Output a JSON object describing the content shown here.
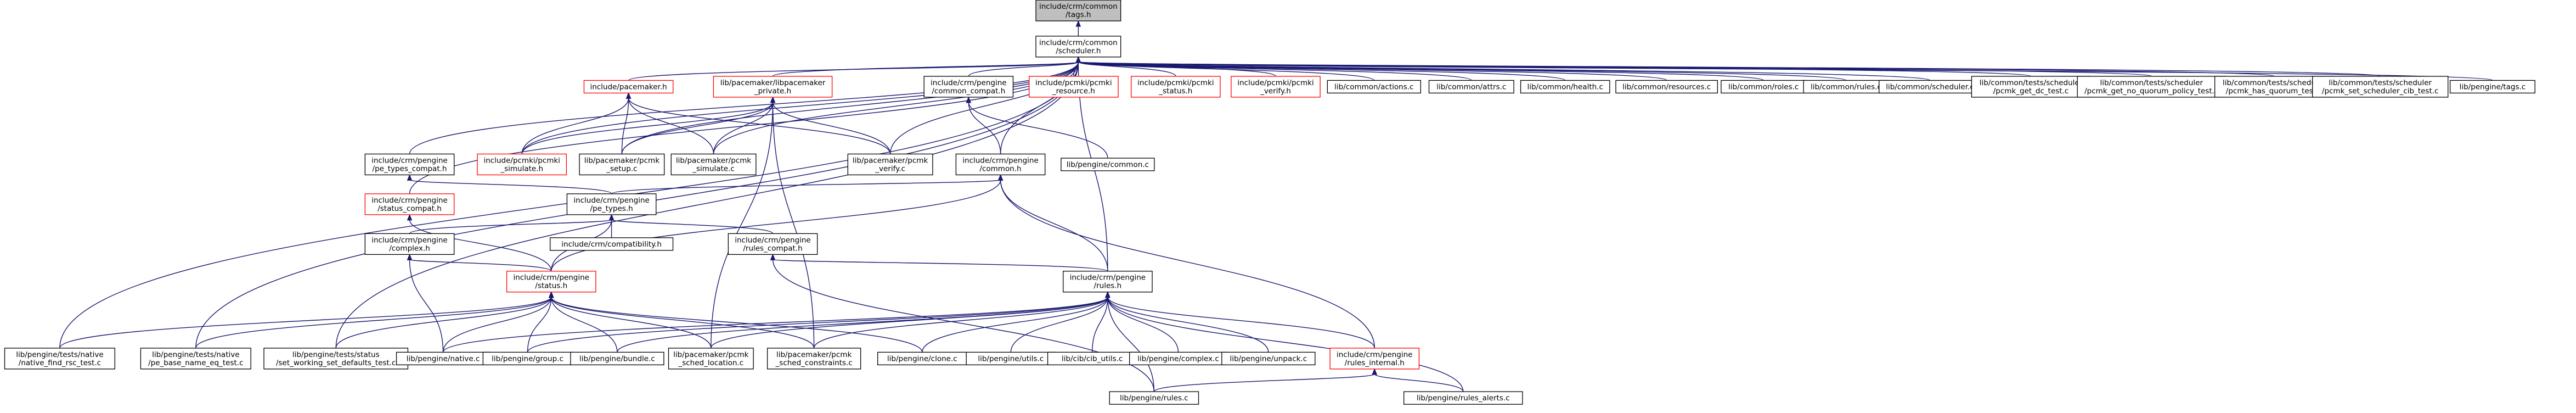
{
  "colors": {
    "edge": "#191970",
    "box_default": "#000000",
    "box_incomplete": "#ff0000",
    "fill_root": "#bfbfbf",
    "fill_default": "#ffffff",
    "text": "#000000"
  },
  "nodes": [
    {
      "id": "tags_h",
      "lines": [
        "include/crm/common",
        "/tags.h"
      ],
      "style": "root"
    },
    {
      "id": "scheduler_h",
      "lines": [
        "include/crm/common",
        "/scheduler.h"
      ],
      "style": "default"
    },
    {
      "id": "pacemaker_h",
      "lines": [
        "include/pacemaker.h"
      ],
      "style": "incomplete"
    },
    {
      "id": "libpm_private_h",
      "lines": [
        "lib/pacemaker/libpacemaker",
        "_private.h"
      ],
      "style": "incomplete"
    },
    {
      "id": "common_compat_h",
      "lines": [
        "include/crm/pengine",
        "/common_compat.h"
      ],
      "style": "default"
    },
    {
      "id": "pcmki_resource_h",
      "lines": [
        "include/pcmki/pcmki",
        "_resource.h"
      ],
      "style": "incomplete"
    },
    {
      "id": "pcmki_status_h",
      "lines": [
        "include/pcmki/pcmki",
        "_status.h"
      ],
      "style": "incomplete"
    },
    {
      "id": "pcmki_verify_h",
      "lines": [
        "include/pcmki/pcmki",
        "_verify.h"
      ],
      "style": "incomplete"
    },
    {
      "id": "actions_c",
      "lines": [
        "lib/common/actions.c"
      ],
      "style": "default"
    },
    {
      "id": "attrs_c",
      "lines": [
        "lib/common/attrs.c"
      ],
      "style": "default"
    },
    {
      "id": "health_c",
      "lines": [
        "lib/common/health.c"
      ],
      "style": "default"
    },
    {
      "id": "resources_c",
      "lines": [
        "lib/common/resources.c"
      ],
      "style": "default"
    },
    {
      "id": "roles_c",
      "lines": [
        "lib/common/roles.c"
      ],
      "style": "default"
    },
    {
      "id": "rules_c_common",
      "lines": [
        "lib/common/rules.c"
      ],
      "style": "default"
    },
    {
      "id": "scheduler_c",
      "lines": [
        "lib/common/scheduler.c"
      ],
      "style": "default"
    },
    {
      "id": "get_dc_test",
      "lines": [
        "lib/common/tests/scheduler",
        "/pcmk_get_dc_test.c"
      ],
      "style": "default"
    },
    {
      "id": "no_quorum_test",
      "lines": [
        "lib/common/tests/scheduler",
        "/pcmk_get_no_quorum_policy_test.c"
      ],
      "style": "default"
    },
    {
      "id": "has_quorum_test",
      "lines": [
        "lib/common/tests/scheduler",
        "/pcmk_has_quorum_test.c"
      ],
      "style": "default"
    },
    {
      "id": "set_cib_test",
      "lines": [
        "lib/common/tests/scheduler",
        "/pcmk_set_scheduler_cib_test.c"
      ],
      "style": "default"
    },
    {
      "id": "tags_c",
      "lines": [
        "lib/pengine/tags.c"
      ],
      "style": "default"
    },
    {
      "id": "pe_types_compat_h",
      "lines": [
        "include/crm/pengine",
        "/pe_types_compat.h"
      ],
      "style": "default"
    },
    {
      "id": "pcmki_simulate_h",
      "lines": [
        "include/pcmki/pcmki",
        "_simulate.h"
      ],
      "style": "incomplete"
    },
    {
      "id": "pcmk_setup_c",
      "lines": [
        "lib/pacemaker/pcmk",
        "_setup.c"
      ],
      "style": "default"
    },
    {
      "id": "pcmk_simulate_c",
      "lines": [
        "lib/pacemaker/pcmk",
        "_simulate.c"
      ],
      "style": "default"
    },
    {
      "id": "pcmk_verify_c",
      "lines": [
        "lib/pacemaker/pcmk",
        "_verify.c"
      ],
      "style": "default"
    },
    {
      "id": "common_h",
      "lines": [
        "include/crm/pengine",
        "/common.h"
      ],
      "style": "default"
    },
    {
      "id": "pengine_common_c",
      "lines": [
        "lib/pengine/common.c"
      ],
      "style": "default"
    },
    {
      "id": "status_compat_h",
      "lines": [
        "include/crm/pengine",
        "/status_compat.h"
      ],
      "style": "incomplete"
    },
    {
      "id": "pe_types_h",
      "lines": [
        "include/crm/pengine",
        "/pe_types.h"
      ],
      "style": "default"
    },
    {
      "id": "complex_h",
      "lines": [
        "include/crm/pengine",
        "/complex.h"
      ],
      "style": "default"
    },
    {
      "id": "compatibility_h",
      "lines": [
        "include/crm/compatibility.h"
      ],
      "style": "default"
    },
    {
      "id": "rules_compat_h",
      "lines": [
        "include/crm/pengine",
        "/rules_compat.h"
      ],
      "style": "default"
    },
    {
      "id": "status_h",
      "lines": [
        "include/crm/pengine",
        "/status.h"
      ],
      "style": "incomplete"
    },
    {
      "id": "rules_h",
      "lines": [
        "include/crm/pengine",
        "/rules.h"
      ],
      "style": "default"
    },
    {
      "id": "native_find_rsc_test",
      "lines": [
        "lib/pengine/tests/native",
        "/native_find_rsc_test.c"
      ],
      "style": "default"
    },
    {
      "id": "pe_base_name_eq_test",
      "lines": [
        "lib/pengine/tests/native",
        "/pe_base_name_eq_test.c"
      ],
      "style": "default"
    },
    {
      "id": "set_working_set_test",
      "lines": [
        "lib/pengine/tests/status",
        "/set_working_set_defaults_test.c"
      ],
      "style": "default"
    },
    {
      "id": "native_c",
      "lines": [
        "lib/pengine/native.c"
      ],
      "style": "default"
    },
    {
      "id": "group_c",
      "lines": [
        "lib/pengine/group.c"
      ],
      "style": "default"
    },
    {
      "id": "bundle_c",
      "lines": [
        "lib/pengine/bundle.c"
      ],
      "style": "default"
    },
    {
      "id": "sched_location_c",
      "lines": [
        "lib/pacemaker/pcmk",
        "_sched_location.c"
      ],
      "style": "default"
    },
    {
      "id": "sched_constraints_c",
      "lines": [
        "lib/pacemaker/pcmk",
        "_sched_constraints.c"
      ],
      "style": "default"
    },
    {
      "id": "clone_c",
      "lines": [
        "lib/pengine/clone.c"
      ],
      "style": "default"
    },
    {
      "id": "pengine_utils_c",
      "lines": [
        "lib/pengine/utils.c"
      ],
      "style": "default"
    },
    {
      "id": "cib_utils_c",
      "lines": [
        "lib/cib/cib_utils.c"
      ],
      "style": "default"
    },
    {
      "id": "complex_c",
      "lines": [
        "lib/pengine/complex.c"
      ],
      "style": "default"
    },
    {
      "id": "unpack_c",
      "lines": [
        "lib/pengine/unpack.c"
      ],
      "style": "default"
    },
    {
      "id": "rules_internal_h",
      "lines": [
        "include/crm/pengine",
        "/rules_internal.h"
      ],
      "style": "incomplete"
    },
    {
      "id": "pengine_rules_c",
      "lines": [
        "lib/pengine/rules.c"
      ],
      "style": "default"
    },
    {
      "id": "rules_alerts_c",
      "lines": [
        "lib/pengine/rules_alerts.c"
      ],
      "style": "default"
    }
  ],
  "edges": [
    [
      "tags_h",
      "scheduler_h"
    ],
    [
      "scheduler_h",
      "pacemaker_h"
    ],
    [
      "scheduler_h",
      "libpm_private_h"
    ],
    [
      "scheduler_h",
      "common_compat_h"
    ],
    [
      "scheduler_h",
      "pcmki_resource_h"
    ],
    [
      "scheduler_h",
      "pcmki_status_h"
    ],
    [
      "scheduler_h",
      "pcmki_verify_h"
    ],
    [
      "scheduler_h",
      "actions_c"
    ],
    [
      "scheduler_h",
      "attrs_c"
    ],
    [
      "scheduler_h",
      "health_c"
    ],
    [
      "scheduler_h",
      "resources_c"
    ],
    [
      "scheduler_h",
      "roles_c"
    ],
    [
      "scheduler_h",
      "rules_c_common"
    ],
    [
      "scheduler_h",
      "scheduler_c"
    ],
    [
      "scheduler_h",
      "get_dc_test"
    ],
    [
      "scheduler_h",
      "no_quorum_test"
    ],
    [
      "scheduler_h",
      "has_quorum_test"
    ],
    [
      "scheduler_h",
      "set_cib_test"
    ],
    [
      "scheduler_h",
      "tags_c"
    ],
    [
      "scheduler_h",
      "pe_types_compat_h"
    ],
    [
      "scheduler_h",
      "pcmki_simulate_h"
    ],
    [
      "scheduler_h",
      "pcmk_setup_c"
    ],
    [
      "scheduler_h",
      "pcmk_simulate_c"
    ],
    [
      "scheduler_h",
      "pcmk_verify_c"
    ],
    [
      "scheduler_h",
      "common_h"
    ],
    [
      "scheduler_h",
      "status_compat_h"
    ],
    [
      "scheduler_h",
      "native_find_rsc_test"
    ],
    [
      "scheduler_h",
      "pe_base_name_eq_test"
    ],
    [
      "scheduler_h",
      "set_working_set_test"
    ],
    [
      "scheduler_h",
      "rules_h"
    ],
    [
      "pacemaker_h",
      "pcmki_simulate_h"
    ],
    [
      "pacemaker_h",
      "pcmk_setup_c"
    ],
    [
      "pacemaker_h",
      "pcmk_simulate_c"
    ],
    [
      "pacemaker_h",
      "pcmk_verify_c"
    ],
    [
      "libpm_private_h",
      "pcmki_simulate_h"
    ],
    [
      "libpm_private_h",
      "pcmk_setup_c"
    ],
    [
      "libpm_private_h",
      "pcmk_simulate_c"
    ],
    [
      "libpm_private_h",
      "pcmk_verify_c"
    ],
    [
      "libpm_private_h",
      "sched_location_c"
    ],
    [
      "libpm_private_h",
      "sched_constraints_c"
    ],
    [
      "common_compat_h",
      "common_h"
    ],
    [
      "common_compat_h",
      "pengine_common_c"
    ],
    [
      "pe_types_compat_h",
      "pe_types_h"
    ],
    [
      "common_h",
      "pe_types_h"
    ],
    [
      "common_h",
      "status_h"
    ],
    [
      "common_h",
      "rules_h"
    ],
    [
      "common_h",
      "rules_internal_h"
    ],
    [
      "status_compat_h",
      "status_h"
    ],
    [
      "pe_types_h",
      "complex_h"
    ],
    [
      "pe_types_h",
      "compatibility_h"
    ],
    [
      "pe_types_h",
      "rules_compat_h"
    ],
    [
      "pe_types_h",
      "status_h"
    ],
    [
      "complex_h",
      "status_h"
    ],
    [
      "complex_h",
      "native_c"
    ],
    [
      "rules_compat_h",
      "rules_h"
    ],
    [
      "rules_compat_h",
      "pengine_rules_c"
    ],
    [
      "status_h",
      "native_find_rsc_test"
    ],
    [
      "status_h",
      "pe_base_name_eq_test"
    ],
    [
      "status_h",
      "set_working_set_test"
    ],
    [
      "status_h",
      "native_c"
    ],
    [
      "status_h",
      "group_c"
    ],
    [
      "status_h",
      "bundle_c"
    ],
    [
      "status_h",
      "sched_location_c"
    ],
    [
      "status_h",
      "sched_constraints_c"
    ],
    [
      "status_h",
      "clone_c"
    ],
    [
      "rules_h",
      "native_c"
    ],
    [
      "rules_h",
      "group_c"
    ],
    [
      "rules_h",
      "bundle_c"
    ],
    [
      "rules_h",
      "sched_location_c"
    ],
    [
      "rules_h",
      "sched_constraints_c"
    ],
    [
      "rules_h",
      "clone_c"
    ],
    [
      "rules_h",
      "pengine_utils_c"
    ],
    [
      "rules_h",
      "cib_utils_c"
    ],
    [
      "rules_h",
      "complex_c"
    ],
    [
      "rules_h",
      "unpack_c"
    ],
    [
      "rules_h",
      "rules_internal_h"
    ],
    [
      "rules_h",
      "pengine_rules_c"
    ],
    [
      "rules_h",
      "rules_alerts_c"
    ],
    [
      "rules_internal_h",
      "pengine_rules_c"
    ],
    [
      "rules_internal_h",
      "rules_alerts_c"
    ]
  ]
}
